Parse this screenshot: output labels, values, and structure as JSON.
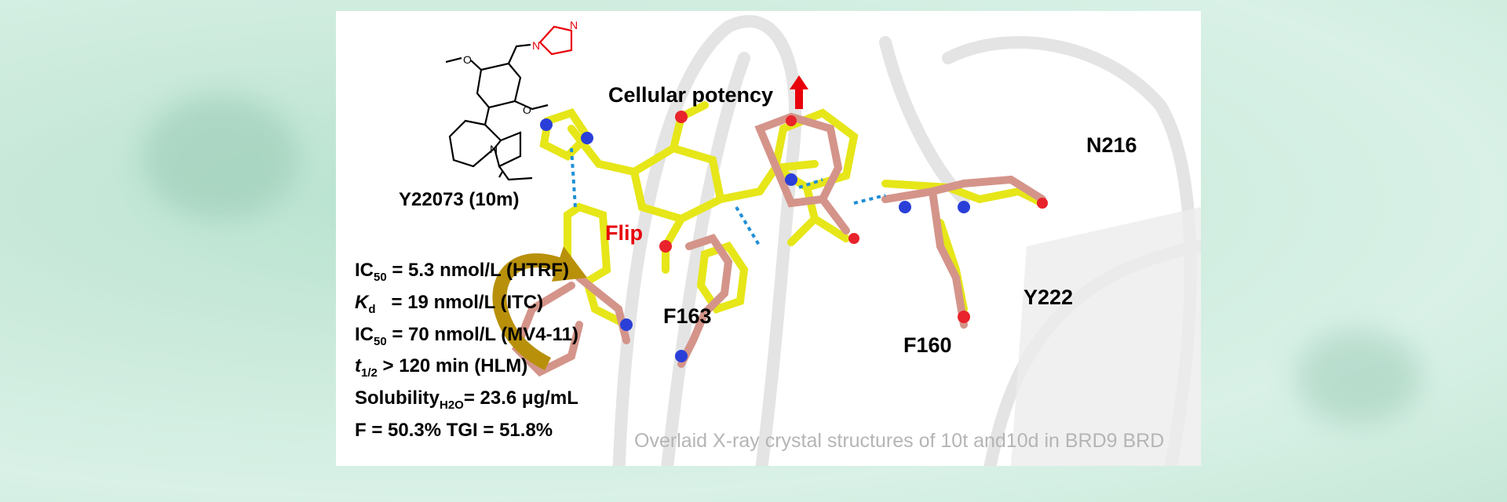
{
  "compound": {
    "name": "Y22073 (10m)",
    "atoms": {
      "N": "N",
      "O": "O"
    },
    "properties": [
      {
        "label": "IC",
        "sub": "50",
        "value": "= 5.3 nmol/L (HTRF)"
      },
      {
        "label": "K",
        "sub": "d",
        "value": "  = 19 nmol/L (ITC)"
      },
      {
        "label": "IC",
        "sub": "50",
        "value": "= 70 nmol/L (MV4-11)"
      },
      {
        "label": "t",
        "sub": "1/2",
        "value": "> 120 min (HLM)"
      },
      {
        "label": "Solubility",
        "sub": "H2O",
        "value": "= 23.6 μg/mL"
      },
      {
        "label": "F = 50.3%  TGI = 51.8%",
        "sub": "",
        "value": ""
      }
    ]
  },
  "structure": {
    "cellular_potency": "Cellular potency",
    "flip": "Flip",
    "residues": [
      "F163",
      "F160",
      "Y222",
      "N216"
    ],
    "caption": "Overlaid X-ray crystal structures of 10t and10d in BRD9 BRD"
  },
  "colors": {
    "ligand_10t": "#e6e619",
    "ligand_10d": "#d4948a",
    "highlight": "#e8000b",
    "arrow": "#b8900a",
    "hbond": "#1f8fd6"
  }
}
